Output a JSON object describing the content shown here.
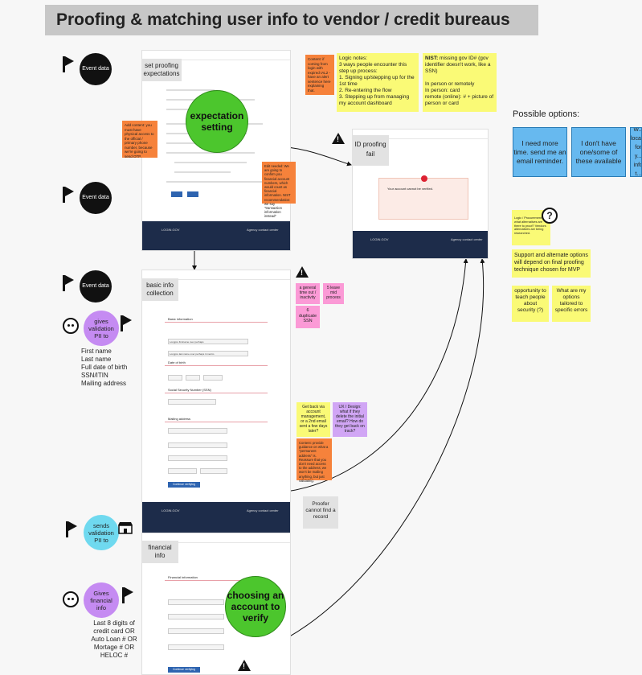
{
  "title": "Proofing & matching user info to vendor / credit bureaus",
  "events": [
    "Event data",
    "Event data",
    "Event data"
  ],
  "bubbles": {
    "gives_pii": "gives validation PII to",
    "sends_pii": "sends validation PII to",
    "gives_financial": "Gives financial info"
  },
  "pii_list": [
    "First name",
    "Last name",
    "Full date of birth",
    "SSN/ITIN",
    "Mailing address"
  ],
  "financial_list": [
    "Last 8 digits of",
    "credit card OR",
    "Auto Loan # OR",
    "Mortage # OR",
    "HELOC #"
  ],
  "step_labels": {
    "expectations": "set proofing expectations",
    "basic": "basic info collection",
    "financial": "financial info",
    "fail": "ID proofing fail"
  },
  "green_bubbles": {
    "expectation": "expectation setting",
    "choosing": "choosing an account to verify"
  },
  "notes": {
    "orange_content": "Content: if coming from login with expired IAL2 - have an alert sentence here explaining that.",
    "logic": "Logic notes:\n3 ways people encounter this step up process:\n1. Signing up/stepping up for the 1st time\n2. Re-entering the flow\n3. Stepping up from managing my account dashboard",
    "nist_title": "NIST:",
    "nist": " missing gov ID# (gov identifier doesn't work, like a SSN)\n\nIn person or remotely\nIn person: card\nremote (online): # + picture of person or card",
    "orange_add": "Add content: you must have physical access to the official / primary phone number, because we're going to send OTP.",
    "orange_edit": "Edit needed: We are going to confirm you financial account numbers, which would count as financial information. NIST recommendation: we say \"transaction information instead\"",
    "pink_timeout": "a general time out / inactivity",
    "pink_max": "5 leave mid process",
    "pink_dup": "6 duplicate SSN",
    "yellow_getback": "Get back via account management, or a 2nd email sent a few days later?",
    "lilac_ux": "UX / Design: what if they delete the initial email? How do they get back on track?",
    "orange_content2": "Content: provide guidance on what a \"permanent address\" is. Reassure that you don't need access to the address; we won't be mailing anything, but just validating.",
    "grey_proofer": "Proofer cannot find a record",
    "small_yellow": "Logic / Procurement: what alternatives are there to proof? Vendors alternatives are being researched.",
    "support": "Support and alternate options will depend on final proofing technique chosen for MVP",
    "opportunity": "opportunity to teach people about security (?)",
    "tailored": "What are my options tailored to specific errors"
  },
  "possible_options": {
    "heading": "Possible options:",
    "items": [
      "I need more time. send me an email reminder.",
      "I don't have one/some of these available",
      "W... loca... for y... info t..."
    ]
  },
  "screen": {
    "logo": "LOGIN.GOV",
    "agency": "Agency contact center",
    "basic_title": "Basic information",
    "dob": "Date of birth",
    "ssn": "Social Security Number (SSN)",
    "mailing": "Mailing address",
    "continue": "Continue verifying",
    "first_name_val": "Longpre firstname over perhaps",
    "last_name_val": "Longpre last name over perhaps it mentio",
    "financial_title": "Financial information",
    "fail_msg": "Your account cannot be verified."
  },
  "colors": {
    "green": "#4cc62d",
    "orange": "#f6823b",
    "yellow": "#fafa76",
    "pink": "#fb9ad6",
    "lilac": "#d1a6f5",
    "blue": "#67b9ef",
    "navy": "#1d2c4a",
    "cyan": "#6fd9ef",
    "purple": "#c58bf2"
  }
}
